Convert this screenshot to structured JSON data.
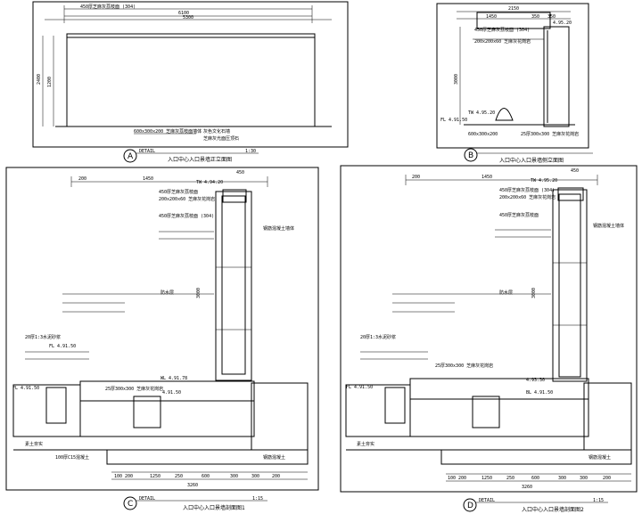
{
  "panel_a": {
    "id": "A",
    "dims": {
      "top_total": "6100",
      "top_inner": "5300",
      "side_total": "2400",
      "side_inner": "1200"
    },
    "notes": {
      "top": "450厚芝麻灰荔枝面 (304)",
      "bottom1": "600x300x200 芝麻灰荔枝面墙体",
      "bottom2": "灰色文化石墙",
      "bottom3": "芝麻灰光面压顶石"
    },
    "scale_left": "DETAIL",
    "scale_right": "1:30",
    "title": "入口中心入口景墙正立面图"
  },
  "panel_b": {
    "id": "B",
    "dims": {
      "top_total": "2150",
      "top_parts": [
        "1450",
        "350",
        "350"
      ],
      "side": "3000",
      "level_top": "4.95.20"
    },
    "notes": {
      "n1": "450厚芝麻灰荔枝面 (304)",
      "n2": "200x200x60 芝麻灰花岗岩",
      "n3": "25厚300x300 芝麻灰花岗岩",
      "n4": "600x300x200"
    },
    "levels": {
      "fl": "FL 4.91.50",
      "tw": "TW 4.95.20"
    },
    "title": "入口中心入口景墙侧立面图"
  },
  "panel_c": {
    "id": "C",
    "dims": {
      "top": [
        "200",
        "1450",
        "450"
      ],
      "bottom": [
        "100",
        "200",
        "1250",
        "250",
        "600",
        "300",
        "300",
        "200"
      ],
      "bottom_total": "3260",
      "height": "3000"
    },
    "levels": {
      "tw": "TW 4.94.20",
      "fl": "FL 4.91.50",
      "wl": "WL 4.91.78",
      "wl2": "4.91.50"
    },
    "notes": [
      "450厚芝麻灰荔枝面",
      "200x200x60 芝麻灰花岗岩",
      "450厚芝麻灰荔枝面 (304)",
      "100厚C15混凝土",
      "钢筋混凝土墙体",
      "防水层",
      "20厚1:3水泥砂浆",
      "25厚300x300 芝麻灰花岗岩",
      "钢筋混凝土",
      "素土夯实"
    ],
    "scale_left": "DETAIL",
    "scale_right": "1:15",
    "title": "入口中心入口景墙剖面图1"
  },
  "panel_d": {
    "id": "D",
    "dims": {
      "top": [
        "200",
        "1450",
        "450"
      ],
      "bottom": [
        "100",
        "200",
        "1250",
        "250",
        "600",
        "300",
        "300",
        "200"
      ],
      "bottom_total": "3260",
      "height": "3000"
    },
    "levels": {
      "tw": "TW 4.95.20",
      "fl": "FL 4.91.50",
      "wl": "4.93.30",
      "bl": "BL 4.91.50"
    },
    "notes": [
      "450厚芝麻灰荔枝面 (304)",
      "200x200x60 芝麻灰花岗岩",
      "450厚芝麻灰荔枝面",
      "钢筋混凝土墙体",
      "防水层",
      "25厚300x300 芝麻灰花岗岩",
      "20厚1:3水泥砂浆",
      "钢筋混凝土",
      "素土夯实"
    ],
    "scale_left": "DETAIL",
    "scale_right": "1:15",
    "title": "入口中心入口景墙剖面图2"
  }
}
